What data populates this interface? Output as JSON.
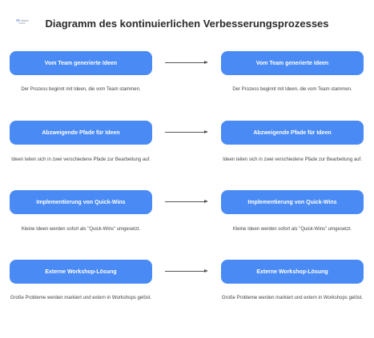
{
  "title": "Diagramm des kontinuierlichen Verbesserungsprozesses",
  "colors": {
    "box": "#4a8af4",
    "text": "#2b2b2b",
    "arrow": "#555555"
  },
  "rows": [
    {
      "left_label": "Vom Team generierte Ideen",
      "left_desc": "Der Prozess beginnt mit Ideen, die vom Team stammen.",
      "right_label": "Vom Team generierte Ideen",
      "right_desc": "Der Prozess beginnt mit Ideen, die vom Team stammen."
    },
    {
      "left_label": "Abzweigende Pfade für Ideen",
      "left_desc": "Ideen teilen sich in zwei verschiedene Pfade zur Bearbeitung auf.",
      "right_label": "Abzweigende Pfade für Ideen",
      "right_desc": "Ideen teilen sich in zwei verschiedene Pfade zur Bearbeitung auf."
    },
    {
      "left_label": "Implementierung von Quick-Wins",
      "left_desc": "Kleine Ideen werden sofort als \"Quick-Wins\" umgesetzt.",
      "right_label": "Implementierung von Quick-Wins",
      "right_desc": "Kleine Ideen werden sofort als \"Quick-Wins\" umgesetzt."
    },
    {
      "left_label": "Externe Workshop-Lösung",
      "left_desc": "Große Probleme werden markiert und extern in Workshops gelöst.",
      "right_label": "Externe Workshop-Lösung",
      "right_desc": "Große Probleme werden markiert und extern in Workshops gelöst."
    }
  ]
}
